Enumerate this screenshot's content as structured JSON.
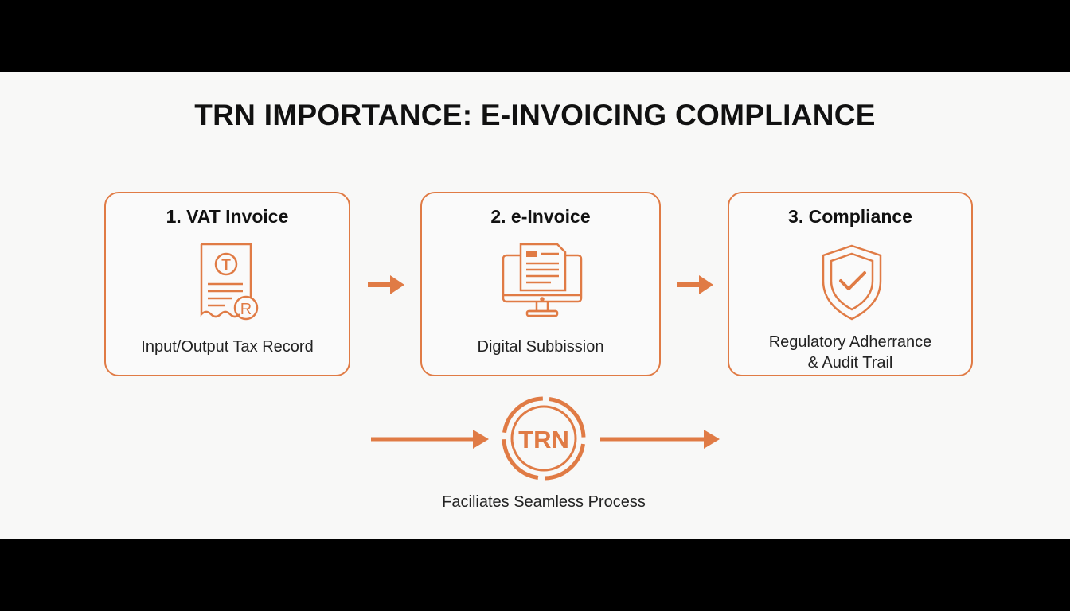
{
  "title": "TRN IMPORTANCE: E-INVOICING COMPLIANCE",
  "steps": [
    {
      "label": "1. VAT Invoice",
      "description": "Input/Output Tax Record",
      "icon": "receipt-tax-icon"
    },
    {
      "label": "2. e-Invoice",
      "description": "Digital Subbission",
      "icon": "computer-document-icon"
    },
    {
      "label": "3. Compliance",
      "description_line1": "Regulatory Adherrance",
      "description_line2": "& Audit Trail",
      "icon": "shield-check-icon"
    }
  ],
  "trn": {
    "badge": "TRN",
    "caption": "Faciliates Seamless Process"
  },
  "icon_glyphs": {
    "t": "T",
    "r": "R"
  },
  "colors": {
    "accent": "#e07b45",
    "text": "#111111",
    "background": "#f8f8f7"
  }
}
